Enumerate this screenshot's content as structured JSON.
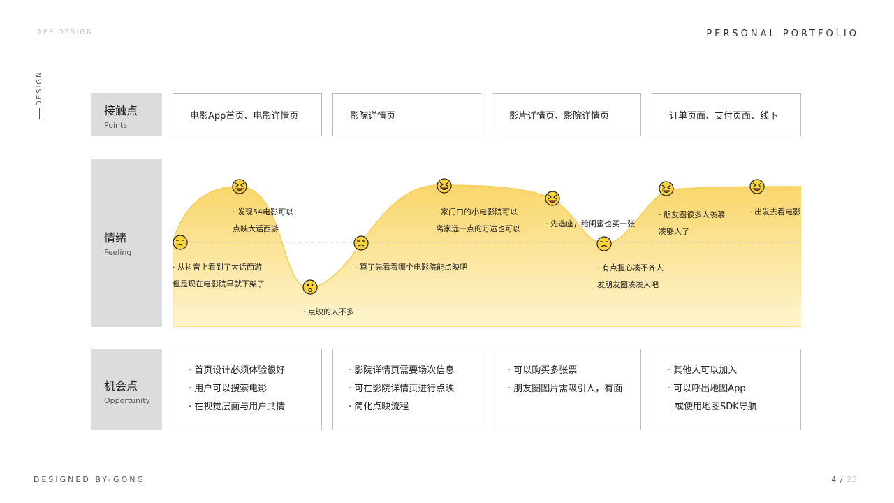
{
  "header": {
    "left": "APP DESIGN",
    "right": "PERSONAL PORTFOLIO",
    "side": "DESIGN"
  },
  "footer": {
    "left": "DESIGNED BY-GONG",
    "page": "4",
    "separator": "/",
    "total": "23"
  },
  "rows": {
    "points": {
      "cn": "接触点",
      "en": "Points"
    },
    "feeling": {
      "cn": "情绪",
      "en": "Feeling"
    },
    "opportunity": {
      "cn": "机会点",
      "en": "Opportunity"
    }
  },
  "touchpoints": [
    "电影App首页、电影详情页",
    "影院详情页",
    "影片详情页、影院详情页",
    "订单页面、支付页面、线下"
  ],
  "feelings": [
    {
      "mood": "neutral",
      "lines": [
        "· 从抖音上看到了大话西游",
        "但是现在电影院早就下架了"
      ]
    },
    {
      "mood": "happy",
      "lines": [
        "· 发现54电影可以",
        "点映大话西游"
      ]
    },
    {
      "mood": "sad",
      "lines": [
        "· 点映的人不多"
      ]
    },
    {
      "mood": "neutral",
      "lines": [
        "· 算了先看看哪个电影院能点映吧"
      ]
    },
    {
      "mood": "happy",
      "lines": [
        "· 家门口的小电影院可以",
        "离家远一点的万达也可以"
      ]
    },
    {
      "mood": "happy",
      "lines": [
        "· 先选座，给闺蜜也买一张"
      ]
    },
    {
      "mood": "neutral",
      "lines": [
        "· 有点担心凑不齐人",
        "发朋友圈凑凑人吧"
      ]
    },
    {
      "mood": "happy",
      "lines": [
        "· 朋友圈很多人羡慕",
        "凑够人了"
      ]
    },
    {
      "mood": "happy",
      "lines": [
        "· 出发去看电影"
      ]
    }
  ],
  "opportunities": [
    [
      "· 首页设计必须体验很好",
      "· 用户可以搜索电影",
      "· 在视觉层面与用户共情"
    ],
    [
      "· 影院详情页需要场次信息",
      "· 可在影院详情页进行点映",
      "· 简化点映流程"
    ],
    [
      "· 可以购买多张票",
      "· 朋友圈图片需吸引人，有面"
    ],
    [
      "· 其他人可以加入",
      "· 可以呼出地图App",
      "或使用地图SDK导航"
    ]
  ],
  "colors": {
    "accent": "#f9d66b",
    "accent_light": "#fdf5cf",
    "emoji": "#f9d33c",
    "label_bg": "#dcdcdc",
    "border": "#bdbdbd"
  }
}
